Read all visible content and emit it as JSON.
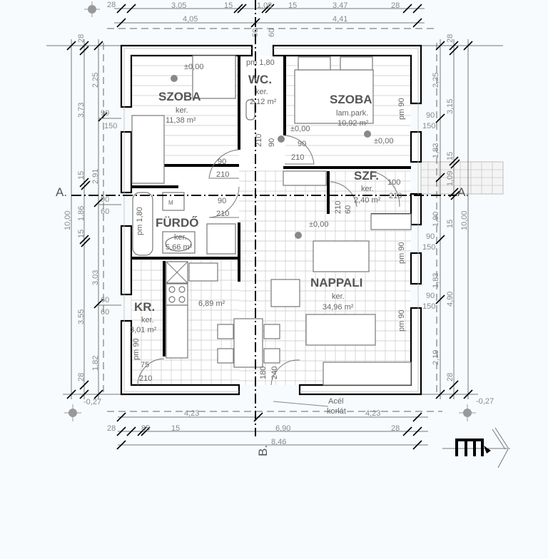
{
  "dimensions": {
    "top_row1": [
      "28",
      "3,05",
      "15",
      "1,08",
      "15",
      "3,47",
      "28"
    ],
    "top_row2": [
      "4,05",
      "4,41"
    ],
    "top_vertical": [
      "60",
      "60"
    ],
    "left_outer": "10,00",
    "left_mid": [
      "28",
      "3,73",
      "15",
      "1,86",
      "15",
      "3,55",
      "28"
    ],
    "left_inner": [
      "2,25",
      "2,91",
      "3,03",
      "1,82"
    ],
    "left_openings": [
      "90",
      "150",
      "90",
      "60",
      "60",
      "60"
    ],
    "left_level": "-0,27",
    "right_inner": [
      "2,25",
      "1,83",
      "1,90",
      "1,83",
      "2,19"
    ],
    "right_mid": [
      "28",
      "3,15",
      "15",
      "1,09",
      "15",
      "4,90",
      "28"
    ],
    "right_outer": "10,00",
    "right_openings": [
      "90",
      "150",
      "90",
      "150",
      "90",
      "150"
    ],
    "right_level": "-0,27",
    "bottom_row1": [
      "4,23",
      "4,23"
    ],
    "bottom_row2": [
      "28",
      "85",
      "15",
      "6,90",
      "28"
    ],
    "bottom_row3": "8,46"
  },
  "section_marks": {
    "a_left": "A.",
    "a_right": "A.",
    "b": "B."
  },
  "rooms": [
    {
      "name": "SZOBA",
      "floor": "ker.",
      "area": "11,38 m²"
    },
    {
      "name": "WC.",
      "floor": "ker.",
      "area": "2,12 m²",
      "note": "pm 1,80"
    },
    {
      "name": "SZOBA",
      "floor": "lam.park.",
      "area": "10,92 m²"
    },
    {
      "name": "SZF.",
      "floor": "ker.",
      "area": "2,40 m²"
    },
    {
      "name": "FÜRDŐ",
      "floor": "ker.",
      "area": "5,66 m²",
      "note": "pm 1,80"
    },
    {
      "name": "NAPPALI",
      "floor": "ker.",
      "area": "34,96 m²"
    },
    {
      "name": "KR.",
      "floor": "ker.",
      "area": "3,01 m²",
      "note": "pm 90"
    },
    {
      "name": "",
      "floor": "",
      "area": "6,89 m²"
    }
  ],
  "levels": [
    "±0,00",
    "±0,00",
    "±0,00",
    "±0,00"
  ],
  "doors": [
    {
      "w": "90",
      "h": "210"
    },
    {
      "w": "90",
      "h": "210"
    },
    {
      "w": "90",
      "h": "210"
    },
    {
      "w": "100",
      "h": "210"
    },
    {
      "w": "75",
      "h": "210"
    },
    {
      "w": "60",
      "h": "210"
    },
    {
      "w": "90",
      "h": "210"
    },
    {
      "w": "180",
      "h": "240"
    }
  ],
  "window_notes": [
    "pm 90",
    "pm 90",
    "pm 90"
  ],
  "annotation": {
    "line1": "Acél",
    "line2": "korlát"
  },
  "appliance_label": "M"
}
